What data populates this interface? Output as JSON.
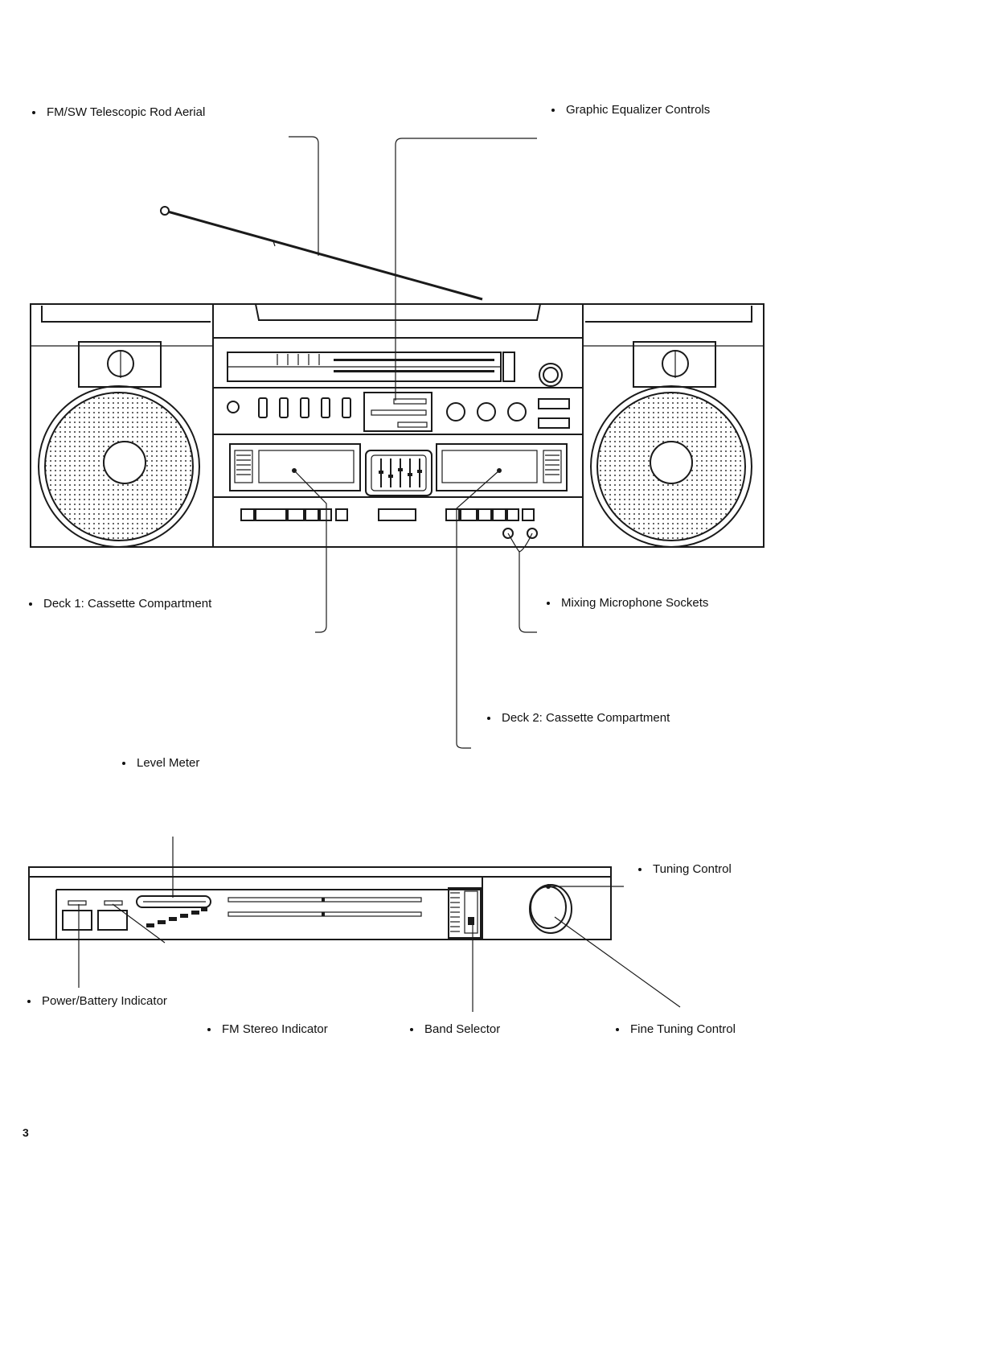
{
  "labels": {
    "aerial": "FM/SW Telescopic Rod Aerial",
    "equalizer": "Graphic Equalizer Controls",
    "deck1": "Deck 1: Cassette Compartment",
    "mic_sockets": "Mixing Microphone Sockets",
    "deck2": "Deck 2: Cassette Compartment",
    "level_meter": "Level Meter",
    "tuning": "Tuning Control",
    "power_battery": "Power/Battery Indicator",
    "fm_stereo": "FM Stereo Indicator",
    "band_selector": "Band Selector",
    "fine_tuning": "Fine Tuning Control"
  },
  "page_number": "3"
}
